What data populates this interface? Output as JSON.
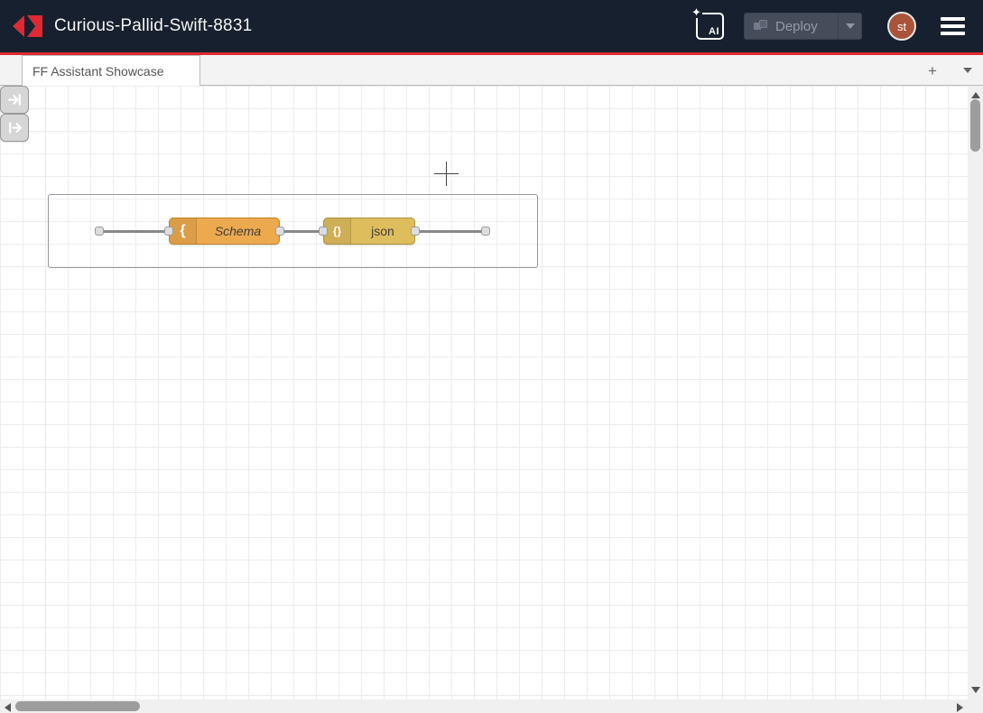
{
  "header": {
    "title": "Curious-Pallid-Swift-8831",
    "ai_button": {
      "label": "AI",
      "sparkle": "✦"
    },
    "deploy": {
      "label": "Deploy"
    },
    "avatar": {
      "initials": "st"
    },
    "colors": {
      "accent_red": "#dd2a33",
      "background": "#17202e"
    }
  },
  "tabbar": {
    "tabs": [
      {
        "label": "FF Assistant Showcase",
        "active": true
      }
    ],
    "add_icon": "+",
    "list_caret_icon": "▾"
  },
  "flow": {
    "group": {
      "contains": "link-in, Schema, json, link-out"
    },
    "nodes": [
      {
        "name": "link in",
        "label": "",
        "color": "#d6d6d6"
      },
      {
        "name": "schema",
        "label": "Schema",
        "icon_glyph": "{",
        "color": "#eda94d"
      },
      {
        "name": "json",
        "label": "json",
        "icon_glyph": "{}",
        "color": "#debd5c"
      },
      {
        "name": "link out",
        "label": "",
        "color": "#d6d6d6"
      }
    ]
  }
}
